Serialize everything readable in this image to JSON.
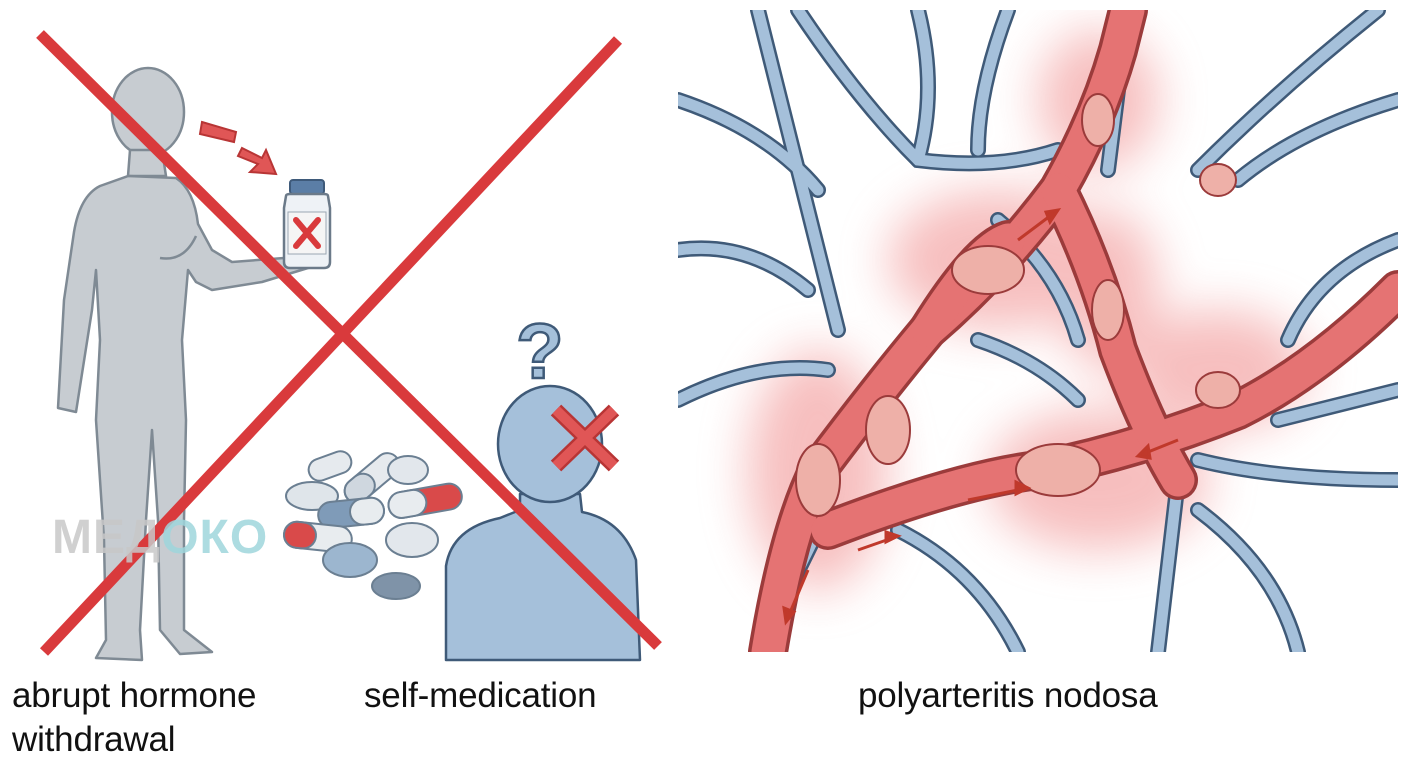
{
  "captions": {
    "left": "abrupt hormone withdrawal",
    "middle": "self-medication",
    "right": "polyarteritis nodosa"
  },
  "watermark": {
    "prefix": "МЕД",
    "suffix": "ОКО"
  },
  "symbols": {
    "question": "?"
  },
  "colors": {
    "cross_red": "#d93a3c",
    "figure_gray": "#c7ccd1",
    "figure_blue": "#9fbcd6",
    "vessel_blue": "#8fb0cf",
    "vessel_red": "#e06060"
  },
  "icons": [
    "cross-out-icon",
    "medicine-bottle-icon",
    "pills-icon",
    "question-mark-icon",
    "x-mark-icon",
    "arrow-icon"
  ]
}
